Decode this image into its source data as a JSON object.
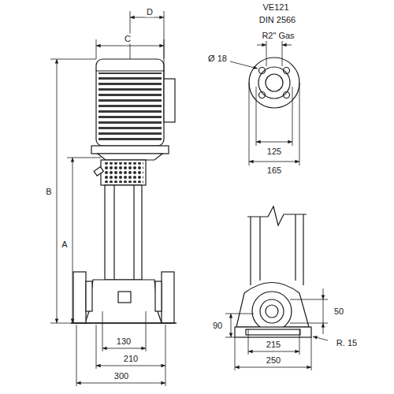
{
  "diagram": {
    "labels": [
      "D",
      "C",
      "VE121",
      "DIN 2566",
      "R2\" Gas",
      "Ø 18",
      "125",
      "165",
      "B",
      "A",
      "130",
      "210",
      "300",
      "90",
      "50",
      "215",
      "250",
      "R. 15"
    ]
  }
}
